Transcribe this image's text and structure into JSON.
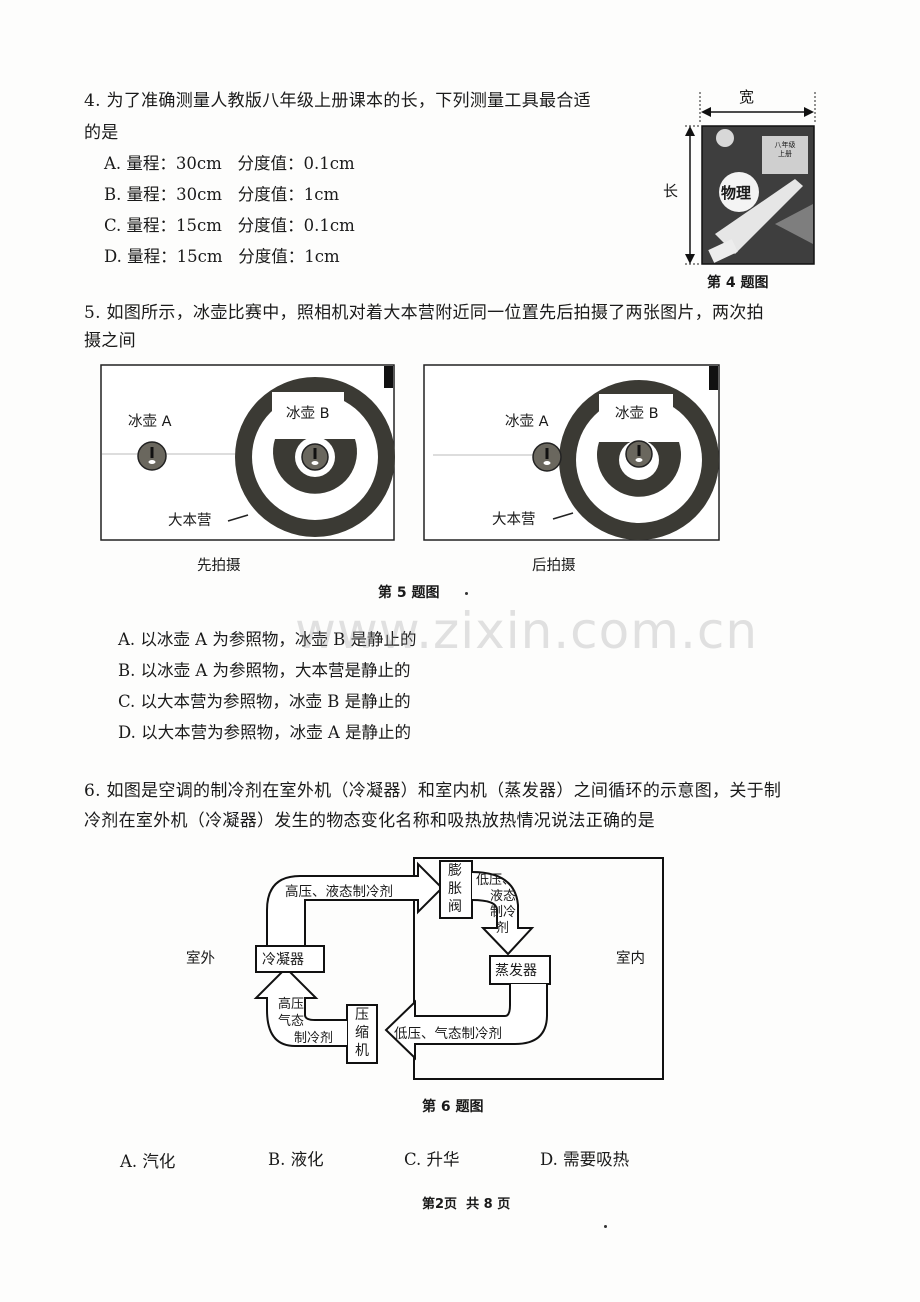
{
  "q4": {
    "stem_line1": "4. 为了准确测量人教版八年级上册课本的长，下列测量工具最合适",
    "stem_line2": "的是",
    "options": [
      {
        "label": "A.",
        "text": "量程：30cm   分度值：0.1cm"
      },
      {
        "label": "B.",
        "text": "量程：30cm   分度值：1cm"
      },
      {
        "label": "C.",
        "text": "量程：15cm   分度值：0.1cm"
      },
      {
        "label": "D.",
        "text": "量程：15cm   分度值：1cm"
      }
    ],
    "figure": {
      "width_label": "宽",
      "length_label": "长",
      "book_title": "物理",
      "book_grade": "八年级",
      "book_volume": "上册",
      "caption": "第 4 题图"
    }
  },
  "q5": {
    "stem_line1": "5. 如图所示，冰壶比赛中，照相机对着大本营附近同一位置先后拍摄了两张图片，两次拍",
    "stem_line2": "摄之间",
    "figure": {
      "panels": [
        {
          "stone_a_label": "冰壶 A",
          "stone_b_label": "冰壶 B",
          "house_label": "大本营",
          "caption": "先拍摄"
        },
        {
          "stone_a_label": "冰壶 A",
          "stone_b_label": "冰壶 B",
          "house_label": "大本营",
          "caption": "后拍摄"
        }
      ],
      "caption": "第 5 题图"
    },
    "options": [
      {
        "label": "A.",
        "text": "以冰壶 A 为参照物，冰壶 B 是静止的"
      },
      {
        "label": "B.",
        "text": "以冰壶 A 为参照物，大本营是静止的"
      },
      {
        "label": "C.",
        "text": "以大本营为参照物，冰壶 B 是静止的"
      },
      {
        "label": "D.",
        "text": "以大本营为参照物，冰壶 A 是静止的"
      }
    ]
  },
  "q6": {
    "stem_line1": "6. 如图是空调的制冷剂在室外机（冷凝器）和室内机（蒸发器）之间循环的示意图，关于制",
    "stem_line2": "冷剂在室外机（冷凝器）发生的物态变化名称和吸热放热情况说法正确的是",
    "figure": {
      "outdoor_label": "室外",
      "indoor_label": "室内",
      "condenser": "冷凝器",
      "evaporator": "蒸发器",
      "expansion_valve": [
        "膨",
        "胀",
        "阀"
      ],
      "compressor": [
        "压",
        "缩",
        "机"
      ],
      "top_flow": "高压、液态制冷剂",
      "right_flow": [
        "低压、",
        "液态",
        "制冷",
        "剂"
      ],
      "bottom_flow": "低压、气态制冷剂",
      "left_flow": [
        "高压",
        "气态",
        "制冷剂"
      ],
      "caption": "第 6 题图"
    },
    "options": [
      {
        "label": "A.",
        "text": "汽化"
      },
      {
        "label": "B.",
        "text": "液化"
      },
      {
        "label": "C.",
        "text": "升华"
      },
      {
        "label": "D.",
        "text": "需要吸热"
      }
    ]
  },
  "watermark": "www.zixin.com.cn",
  "footer": "第2页  共 8 页"
}
